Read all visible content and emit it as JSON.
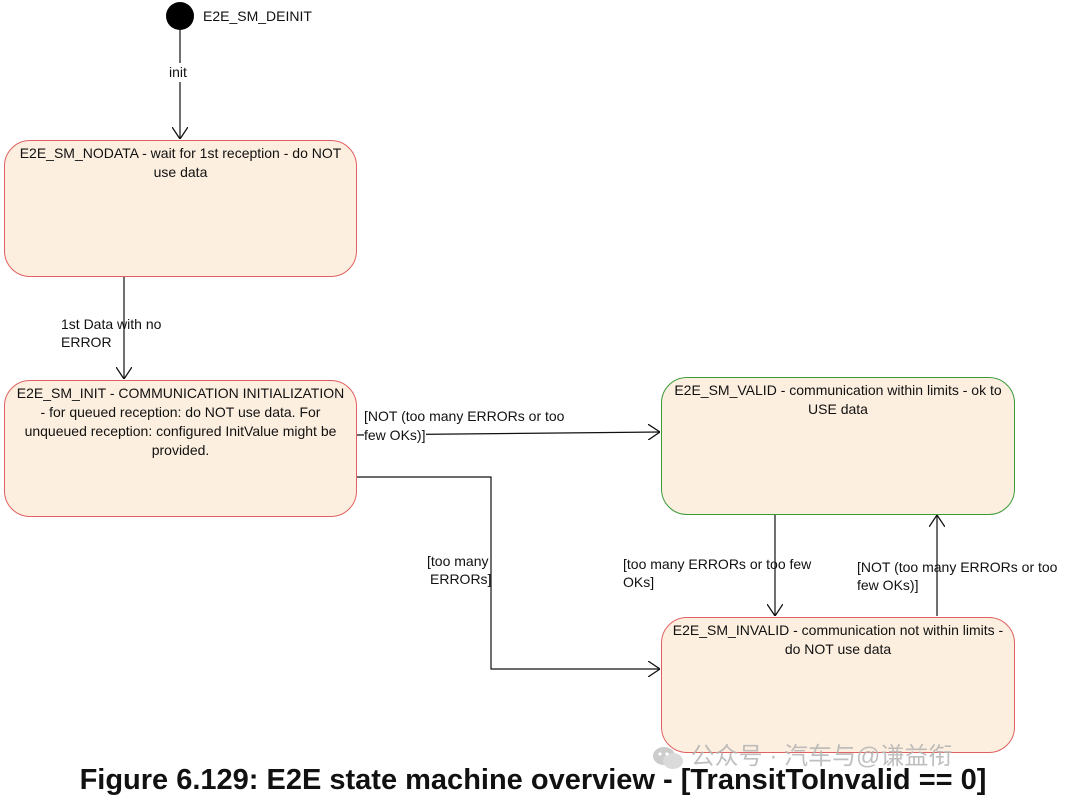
{
  "initial": {
    "label": "E2E_SM_DEINIT"
  },
  "states": {
    "nodata": "E2E_SM_NODATA - wait for 1st reception - do NOT use data",
    "init": "E2E_SM_INIT - COMMUNICATION INITIALIZATION - for queued reception: do NOT use data. For unqueued reception: configured InitValue might be provided.",
    "valid": "E2E_SM_VALID - communication within limits - ok to USE data",
    "invalid": "E2E_SM_INVALID - communication not within limits - do NOT use data"
  },
  "transitions": {
    "init": "init",
    "first_data_line1": "1st Data with no",
    "first_data_line2": "ERROR",
    "init_to_valid_line1": "[NOT (too many ERRORs or too",
    "init_to_valid_line2": "few OKs)]",
    "init_to_invalid_line1": "[too many",
    "init_to_invalid_line2": "ERRORs]",
    "valid_to_invalid_line1": "[too many ERRORs  or too few",
    "valid_to_invalid_line2": "OKs]",
    "invalid_to_valid_line1": "[NOT (too many ERRORs or too",
    "invalid_to_valid_line2": "few OKs)]"
  },
  "caption": "Figure 6.129: E2E state machine overview - [TransitToInvalid == 0]",
  "watermark": "公众号 · 汽车与@谦益衔",
  "colors": {
    "state_fill": "#fcefdf",
    "state_border": "#e06060",
    "valid_border": "#3a9a3a"
  }
}
